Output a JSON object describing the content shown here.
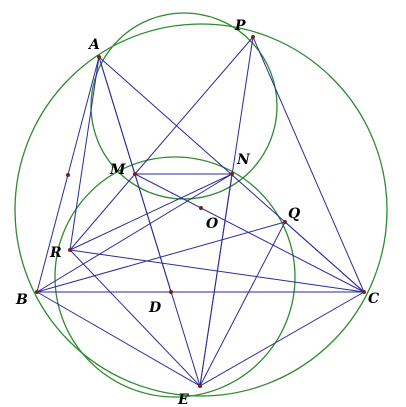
{
  "colors": {
    "background": "#ffffff",
    "circle": "#2e8b2e",
    "segment": "#2b2b9a",
    "point": "#7a1f1f",
    "label": "#000000"
  },
  "labels": {
    "A": "A",
    "P": "P",
    "M": "M",
    "N": "N",
    "O": "O",
    "Q": "Q",
    "R": "R",
    "B": "B",
    "D": "D",
    "C": "C",
    "E": "E"
  }
}
